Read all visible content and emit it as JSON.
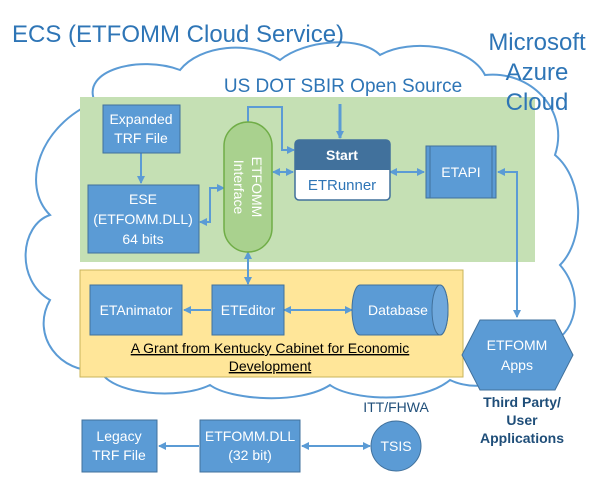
{
  "title": "ECS (ETFOMM Cloud Service)",
  "cloud_label": [
    "Microsoft",
    "Azure",
    "Cloud"
  ],
  "open_source_label": "US DOT SBIR Open Source",
  "grant_label": [
    "A Grant from Kentucky Cabinet for Economic",
    "Development"
  ],
  "nodes": {
    "expanded_trf": [
      "Expanded",
      "TRF File"
    ],
    "ese": [
      "ESE",
      "(ETFOMM.DLL)",
      "64 bits"
    ],
    "interface": [
      "ETFOMM",
      "Interface"
    ],
    "start": "Start",
    "etrunner": "ETRunner",
    "etapi": "ETAPI",
    "etanimator": "ETAnimator",
    "eteditor": "ETEditor",
    "database": "Database",
    "apps": [
      "ETFOMM",
      "Apps"
    ],
    "third_party": [
      "Third Party/",
      "User",
      "Applications"
    ],
    "legacy_trf": [
      "Legacy",
      "TRF File"
    ],
    "etfomm_dll_32": [
      "ETFOMM.DLL",
      "(32 bit)"
    ],
    "tsis": "TSIS",
    "itt_fhwa": "ITT/FHWA"
  },
  "colors": {
    "box": "#5b9bd5",
    "box_stroke": "#41719c",
    "green_panel": "#c5e0b4",
    "interface_fill": "#a9d18e",
    "interface_stroke": "#70ad47",
    "yellow_panel": "#ffe699",
    "title_text": "#2e75b6",
    "cloud_stroke": "#5b9bd5"
  }
}
